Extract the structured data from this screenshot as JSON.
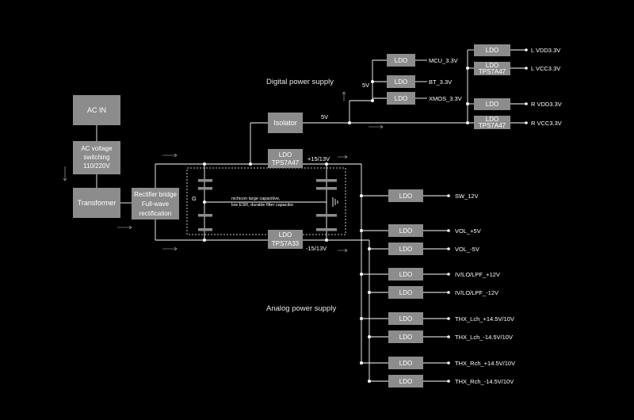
{
  "sections": {
    "digital": "Digital power supply",
    "analog": "Analog power supply"
  },
  "blocks": {
    "ac_in": "AC IN",
    "ac_switch_1": "AC voltage",
    "ac_switch_2": "switching",
    "ac_switch_3": "110/220V",
    "transformer": "Transformer",
    "rectifier_1": "Rectifier bridge",
    "rectifier_2": "Full-wave",
    "rectifier_3": "rectification",
    "isolator": "Isolator",
    "ldo_pos_1": "LDO",
    "ldo_pos_2": "TPS7A47",
    "ldo_neg_1": "LDO",
    "ldo_neg_2": "TPS7A33"
  },
  "rails": {
    "pos": "+15/13V",
    "neg": "-15/13V",
    "five_v_isolator": "5V",
    "five_v_bus": "5V",
    "ground": "G",
    "cap_note_1": "nichicon large capacitive,",
    "cap_note_2": "low ESR, durable filter capacitor"
  },
  "digital_ldos": [
    {
      "box": "LDO",
      "out": "MCU_3.3V"
    },
    {
      "box": "LDO",
      "out": "BT_3.3V"
    },
    {
      "box": "LDO",
      "out": "XMOS_3.3V"
    }
  ],
  "digital_right": [
    {
      "box1": "LDO",
      "box2": "",
      "out": "L VDD3.3V"
    },
    {
      "box1": "LDO",
      "box2": "TPS7A47",
      "out": "L VCC3.3V"
    },
    {
      "box1": "LDO",
      "box2": "",
      "out": "R VDD3.3V"
    },
    {
      "box1": "LDO",
      "box2": "TPS7A47",
      "out": "R VCC3.3V"
    }
  ],
  "analog_ldos": [
    {
      "box": "LDO",
      "out": "SW_12V"
    },
    {
      "box": "LDO",
      "out": "VOL_+5V"
    },
    {
      "box": "LDO",
      "out": "VOL_-5V"
    },
    {
      "box": "LDO",
      "out": "IV/LO/LPF_+12V"
    },
    {
      "box": "LDO",
      "out": "IV/LO/LPF_-12V"
    },
    {
      "box": "LDO",
      "out": "THX_Lch_+14.5V/10V"
    },
    {
      "box": "LDO",
      "out": "THX_Lch_-14.5V/10V"
    },
    {
      "box": "LDO",
      "out": "THX_Rch_+14.5V/10V"
    },
    {
      "box": "LDO",
      "out": "THX_Rch_-14.5V/10V"
    }
  ]
}
